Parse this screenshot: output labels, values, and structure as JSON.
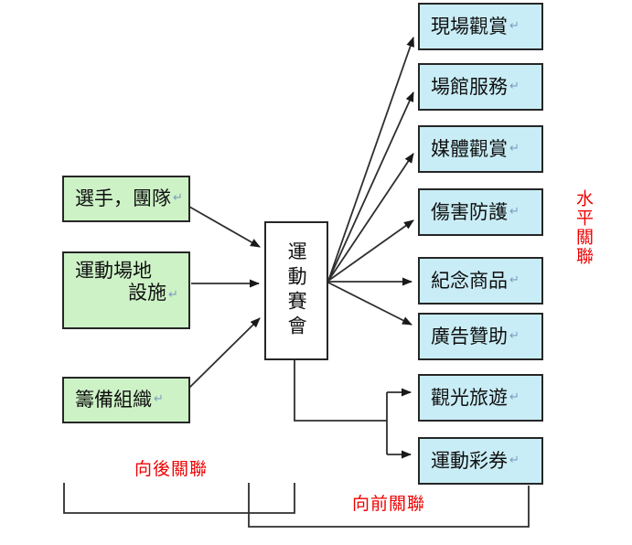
{
  "marks": {
    "return": "↵"
  },
  "colors": {
    "input_box_fill": "#cdf2c6",
    "output_box_fill": "#c9edf6",
    "center_box_fill": "#ffffff",
    "box_border": "#262626",
    "line": "#2e2e2e",
    "annotation_red": "#ee0000"
  },
  "center_box": {
    "label": "運動賽會"
  },
  "input_boxes": [
    {
      "label": "選手，團隊"
    },
    {
      "line1": "運動場地",
      "line2": "設施"
    },
    {
      "label": "籌備組織"
    }
  ],
  "output_boxes": [
    {
      "label": "現場觀賞"
    },
    {
      "label": "場館服務"
    },
    {
      "label": "媒體觀賞"
    },
    {
      "label": "傷害防護"
    },
    {
      "label": "紀念商品"
    },
    {
      "label": "廣告贊助"
    },
    {
      "label": "觀光旅遊"
    },
    {
      "label": "運動彩券"
    }
  ],
  "annotations": {
    "horizontal_link": "水平關聯",
    "backward_link": "向後關聯",
    "forward_link": "向前關聯"
  }
}
